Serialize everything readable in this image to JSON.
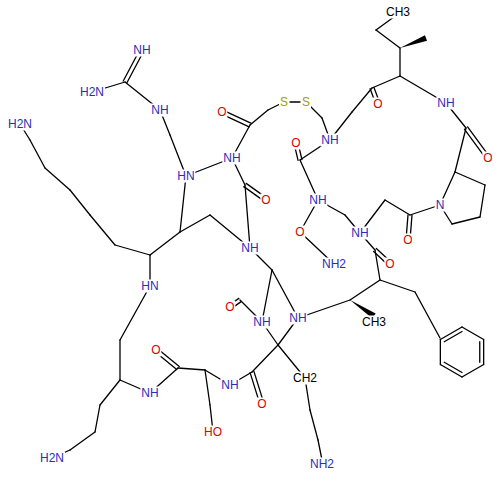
{
  "diagram": {
    "labels": [
      "CH3",
      "O",
      "NH",
      "O",
      "S",
      "S",
      "NH",
      "N",
      "O",
      "NH",
      "H2N",
      "NH",
      "H2N",
      "O",
      "HN",
      "NH",
      "O",
      "NH",
      "O",
      "NH",
      "O",
      "NH2",
      "NH",
      "O",
      "HN",
      "O",
      "O",
      "NH",
      "NH",
      "CH3",
      "NH",
      "NH",
      "O",
      "HO",
      "NH2",
      "H2N",
      "CH2"
    ]
  }
}
